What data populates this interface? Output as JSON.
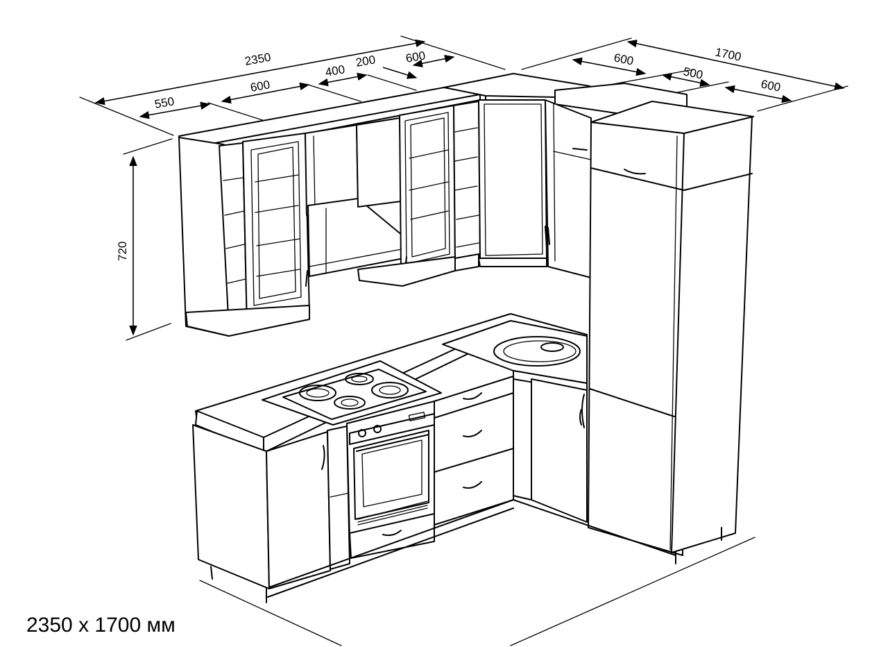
{
  "dimensions": {
    "total_left": "2350",
    "seg_550": "550",
    "seg_600a": "600",
    "seg_400": "400",
    "seg_200": "200",
    "seg_600b": "600",
    "total_right": "1700",
    "seg_600c": "600",
    "seg_500": "500",
    "seg_600d": "600",
    "height_720": "720"
  },
  "caption": "2350 x 1700 мм"
}
